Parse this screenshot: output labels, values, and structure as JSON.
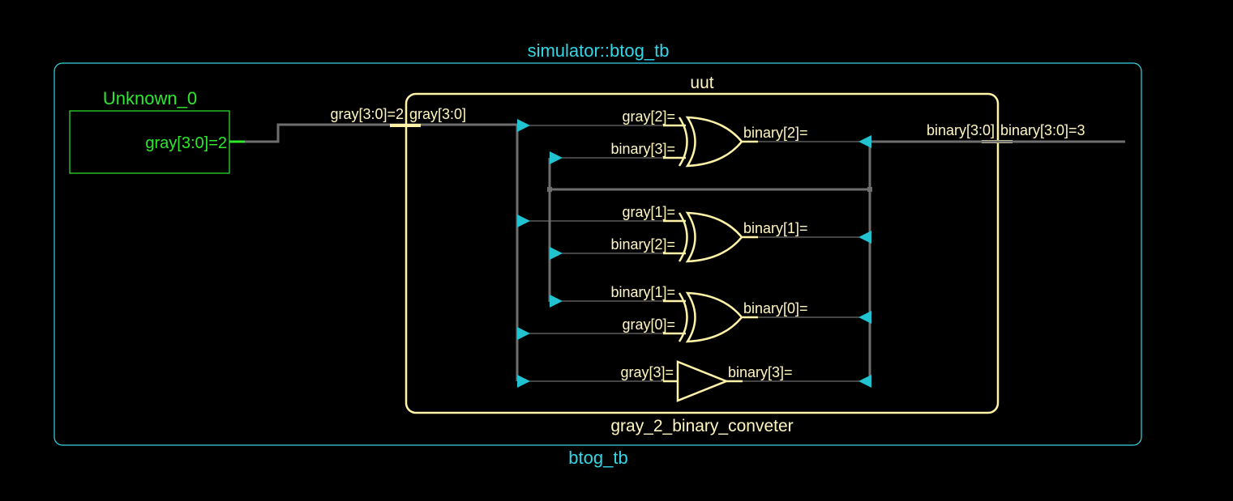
{
  "title": "simulator::btog_tb",
  "testbench": {
    "name": "btog_tb"
  },
  "unknown_block": {
    "name": "Unknown_0",
    "port": "gray[3:0]=2"
  },
  "uut": {
    "instance": "uut",
    "module": "gray_2_binary_conveter",
    "in_bus_outer": "gray[3:0]=2",
    "in_bus_inner": "gray[3:0]",
    "out_bus_inner": "binary[3:0]",
    "out_bus_outer": "binary[3:0]=3"
  },
  "gates": [
    {
      "type": "xor",
      "in_a": "gray[2]=",
      "in_b": "binary[3]=",
      "out": "binary[2]="
    },
    {
      "type": "xor",
      "in_a": "gray[1]=",
      "in_b": "binary[2]=",
      "out": "binary[1]="
    },
    {
      "type": "xor",
      "in_a": "binary[1]=",
      "in_b": "gray[0]=",
      "out": "binary[0]="
    },
    {
      "type": "buffer",
      "in_a": "gray[3]=",
      "out": "binary[3]="
    }
  ],
  "colors": {
    "background": "#000000",
    "frame": "#33d6e6",
    "unknown": "#2ee82e",
    "module": "#fff3a8",
    "wire": "#6e6e6e",
    "arrow": "#22c3d0"
  }
}
